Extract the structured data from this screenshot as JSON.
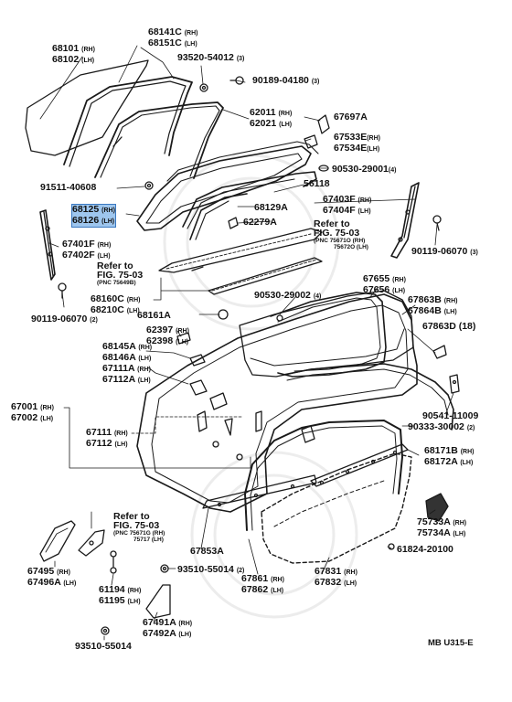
{
  "parts": [
    {
      "id": "p68101",
      "l1": "68101",
      "s1": "(RH)",
      "l2": "68102",
      "s2": "(LH)"
    },
    {
      "id": "p68141c",
      "l1": "68141C",
      "s1": "(RH)",
      "l2": "68151C",
      "s2": "(LH)"
    },
    {
      "id": "p93520",
      "l1": "93520-54012",
      "s1": "(3)",
      "l2": "",
      "s2": ""
    },
    {
      "id": "p90189",
      "l1": "90189-04180",
      "s1": "(3)",
      "l2": "",
      "s2": ""
    },
    {
      "id": "p62011",
      "l1": "62011",
      "s1": "(RH)",
      "l2": "62021",
      "s2": "(LH)"
    },
    {
      "id": "p67697a",
      "l1": "67697A",
      "s1": "",
      "l2": "",
      "s2": ""
    },
    {
      "id": "p67533e",
      "l1": "67533E",
      "s1": "(RH)",
      "l2": "67534E",
      "s2": "(LH)"
    },
    {
      "id": "p90530_1",
      "l1": "90530-29001",
      "s1": "(4)",
      "l2": "",
      "s2": ""
    },
    {
      "id": "p91511",
      "l1": "91511-40608",
      "s1": "",
      "l2": "",
      "s2": ""
    },
    {
      "id": "p56118",
      "l1": "56118",
      "s1": "",
      "l2": "",
      "s2": ""
    },
    {
      "id": "p68125",
      "l1": "68125",
      "s1": "(RH)",
      "l2": "68126",
      "s2": "(LH)",
      "highlight": true
    },
    {
      "id": "p68129a",
      "l1": "68129A",
      "s1": "",
      "l2": "",
      "s2": ""
    },
    {
      "id": "p67403f",
      "l1": "67403F",
      "s1": "(RH)",
      "l2": "67404F",
      "s2": "(LH)"
    },
    {
      "id": "p62279a",
      "l1": "62279A",
      "s1": "",
      "l2": "",
      "s2": ""
    },
    {
      "id": "p67401f",
      "l1": "67401F",
      "s1": "(RH)",
      "l2": "67402F",
      "s2": "(LH)"
    },
    {
      "id": "p90119r",
      "l1": "90119-06070",
      "s1": "(3)",
      "l2": "",
      "s2": ""
    },
    {
      "id": "p90119l",
      "l1": "90119-06070",
      "s1": "(2)",
      "l2": "",
      "s2": ""
    },
    {
      "id": "p68160c",
      "l1": "68160C",
      "s1": "(RH)",
      "l2": "68210C",
      "s2": "(LH)"
    },
    {
      "id": "p90530_2",
      "l1": "90530-29002",
      "s1": "(4)",
      "l2": "",
      "s2": ""
    },
    {
      "id": "p67655",
      "l1": "67655",
      "s1": "(RH)",
      "l2": "67656",
      "s2": "(LH)"
    },
    {
      "id": "p68161a",
      "l1": "68161A",
      "s1": "",
      "l2": "",
      "s2": ""
    },
    {
      "id": "p67863b",
      "l1": "67863B",
      "s1": "(RH)",
      "l2": "67864B",
      "s2": "(LH)"
    },
    {
      "id": "p62397",
      "l1": "62397",
      "s1": "(RH)",
      "l2": "62398",
      "s2": "(LH)"
    },
    {
      "id": "p67863d",
      "l1": "67863D",
      "s1": "(18)",
      "l2": "",
      "s2": ""
    },
    {
      "id": "p68145a",
      "l1": "68145A",
      "s1": "(RH)",
      "l2": "68146A",
      "s2": "(LH)"
    },
    {
      "id": "p67111a",
      "l1": "67111A",
      "s1": "(RH)",
      "l2": "67112A",
      "s2": "(LH)"
    },
    {
      "id": "p90541",
      "l1": "90541-11009",
      "s1": "",
      "l2": "",
      "s2": ""
    },
    {
      "id": "p67001",
      "l1": "67001",
      "s1": "(RH)",
      "l2": "67002",
      "s2": "(LH)"
    },
    {
      "id": "p67111",
      "l1": "67111",
      "s1": "(RH)",
      "l2": "67112",
      "s2": "(LH)"
    },
    {
      "id": "p90333",
      "l1": "90333-30002",
      "s1": "(2)",
      "l2": "",
      "s2": ""
    },
    {
      "id": "p68171b",
      "l1": "68171B",
      "s1": "(RH)",
      "l2": "68172A",
      "s2": "(LH)"
    },
    {
      "id": "p75733a",
      "l1": "75733A",
      "s1": "(RH)",
      "l2": "75734A",
      "s2": "(LH)"
    },
    {
      "id": "p67853a",
      "l1": "67853A",
      "s1": "",
      "l2": "",
      "s2": ""
    },
    {
      "id": "p61824",
      "l1": "61824-20100",
      "s1": "",
      "l2": "",
      "s2": ""
    },
    {
      "id": "p67495",
      "l1": "67495",
      "s1": "(RH)",
      "l2": "67496A",
      "s2": "(LH)"
    },
    {
      "id": "p93510a",
      "l1": "93510-55014",
      "s1": "(2)",
      "l2": "",
      "s2": ""
    },
    {
      "id": "p61194",
      "l1": "61194",
      "s1": "(RH)",
      "l2": "61195",
      "s2": "(LH)"
    },
    {
      "id": "p67861",
      "l1": "67861",
      "s1": "(RH)",
      "l2": "67862",
      "s2": "(LH)"
    },
    {
      "id": "p67831",
      "l1": "67831",
      "s1": "(RH)",
      "l2": "67832",
      "s2": "(LH)"
    },
    {
      "id": "p67491a",
      "l1": "67491A",
      "s1": "(RH)",
      "l2": "67492A",
      "s2": "(LH)"
    },
    {
      "id": "p93510b",
      "l1": "93510-55014",
      "s1": "",
      "l2": "",
      "s2": ""
    }
  ],
  "refs": [
    {
      "id": "r1",
      "l1": "Refer to",
      "l2": "FIG. 75-03",
      "pnc": "(PNC 75671O (RH)",
      "pnc2": "75672O (LH)"
    },
    {
      "id": "r2",
      "l1": "Refer to",
      "l2": "FIG. 75-03",
      "pnc": "(PNC 75649B)",
      "pnc2": ""
    },
    {
      "id": "r3",
      "l1": "Refer to",
      "l2": "FIG. 75-03",
      "pnc": "(PNC 75671G (RH)",
      "pnc2": "75717 (LH)"
    }
  ],
  "diagram_code": "MB U315-E"
}
